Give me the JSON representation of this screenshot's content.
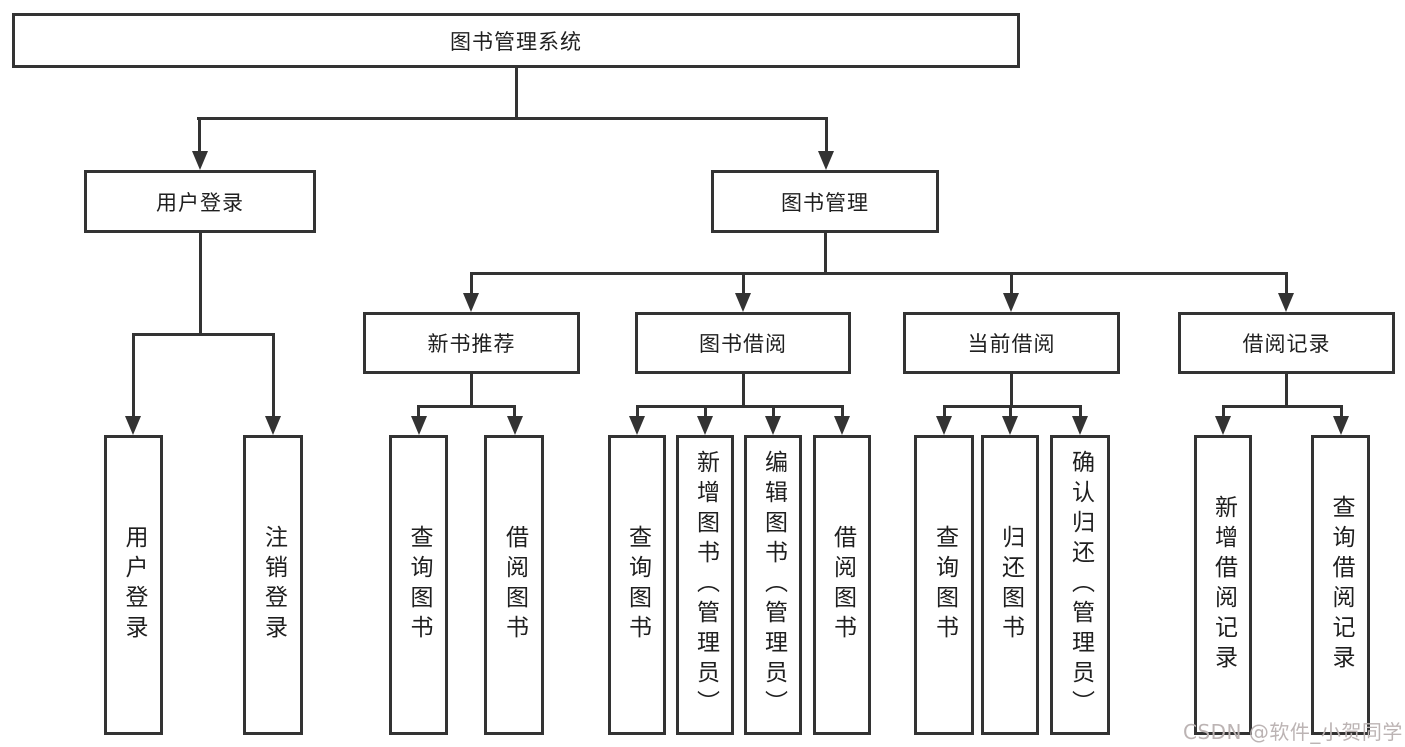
{
  "tree": {
    "root": {
      "label": "图书管理系统",
      "children": [
        {
          "label": "用户登录",
          "children": [
            {
              "label": "用户登录"
            },
            {
              "label": "注销登录"
            }
          ]
        },
        {
          "label": "图书管理",
          "children": [
            {
              "label": "新书推荐",
              "children": [
                {
                  "label": "查询图书"
                },
                {
                  "label": "借阅图书"
                }
              ]
            },
            {
              "label": "图书借阅",
              "children": [
                {
                  "label": "查询图书"
                },
                {
                  "label": "新增图书（管理员）"
                },
                {
                  "label": "编辑图书（管理员）"
                },
                {
                  "label": "借阅图书"
                }
              ]
            },
            {
              "label": "当前借阅",
              "children": [
                {
                  "label": "查询图书"
                },
                {
                  "label": "归还图书"
                },
                {
                  "label": "确认归还（管理员）"
                }
              ]
            },
            {
              "label": "借阅记录",
              "children": [
                {
                  "label": "新增借阅记录"
                },
                {
                  "label": "查询借阅记录"
                }
              ]
            }
          ]
        }
      ]
    }
  },
  "watermark": {
    "text": "CSDN @软件_小贺同学"
  },
  "colors": {
    "stroke": "#333333",
    "text": "#1f1f1f",
    "background": "#ffffff",
    "watermark": "#bcb4b4"
  }
}
